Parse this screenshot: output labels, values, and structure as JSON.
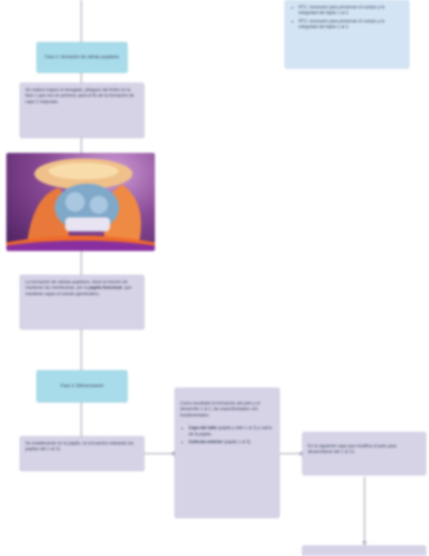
{
  "phase1": {
    "title": "Fase 2: formación de células pupilares"
  },
  "step1": {
    "text": "Se realiza mapeo el elongado, pliegues del limbo en la fase 1 que nos en primera, para el fin de la formación de capa 2 mejorado."
  },
  "figure": {
    "icon": "cell-illustration"
  },
  "step2": {
    "text_a": "La formación de células pupilares,",
    "text_b": "tiene la función de mantener las membranas, por la",
    "bold": "papila funcional",
    "text_c": ", que mantiene capas el estrato germinativo."
  },
  "phase2": {
    "title": "Fase 3: Diferenciación"
  },
  "step3": {
    "text": "Se establecerán en la papila, se encuentra rodeando las papilas del 1 al 12."
  },
  "note": {
    "items": [
      "RT1: necesario para preservar el cuerpo y la integridad del tejido 1 al 2.",
      "RT2: necesario para preservar el cuerpo y la integridad del tejido 1 al 2."
    ]
  },
  "detail": {
    "intro": "Como resultado la formación del pelo y el desarrollo 1 al 2, las especificidades son fundamentales:",
    "items": [
      {
        "bold": "Capa del tallo",
        "text": " (papila y tallo 1 al 2) y vaina de la papila."
      },
      {
        "bold": "Cutícula exterior",
        "text": " (papila 1 al 3)."
      }
    ]
  },
  "step4": {
    "text": "En la siguiente capa que modifica el pelo para desarrollarse del 1 al 12."
  },
  "colors": {
    "lavender": "#d6d3e7",
    "cyan": "#a8dcea",
    "note": "#d3e4f4",
    "line": "#a9a7b6"
  }
}
